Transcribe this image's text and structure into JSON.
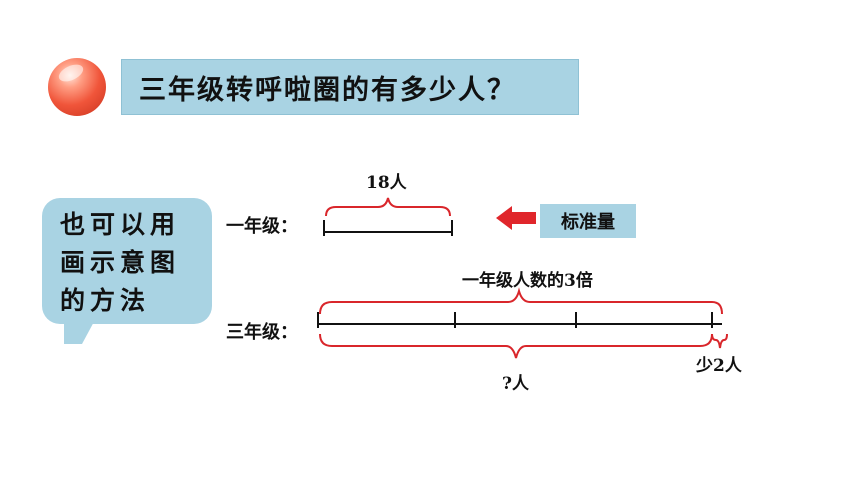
{
  "question": "三年级转呼啦圈的有多少人？",
  "bubble": {
    "lines": [
      "也可以用",
      "画示意图",
      "的方法"
    ]
  },
  "diagram": {
    "grade1_label": "一年级：",
    "grade3_label": "三年级：",
    "grade1_count": "18人",
    "standard_label": "标准量",
    "times_label": "一年级人数的3倍",
    "fewer_label": "少2人",
    "unknown_label": "?人",
    "multiplier": 3
  },
  "colors": {
    "accent_blue": "#a9d3e3",
    "brace_red": "#d9262b",
    "arrow_red": "#e0262b"
  }
}
